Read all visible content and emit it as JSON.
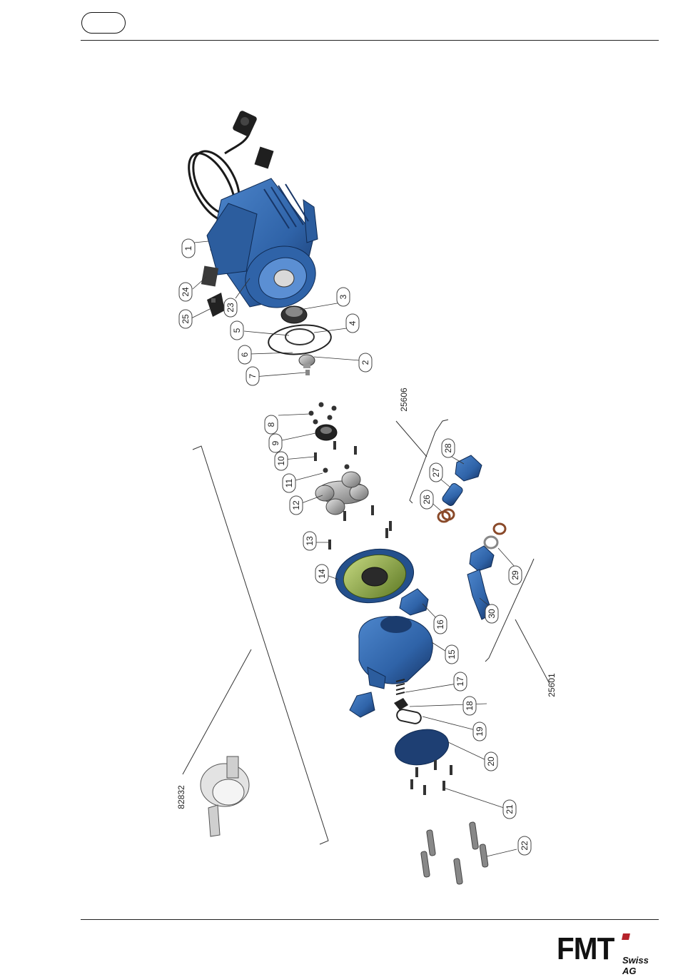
{
  "logo": {
    "brand": "FMT",
    "suffix": "Swiss AG",
    "accent_color": "#b5222a"
  },
  "colors": {
    "part_blue": "#2f63a8",
    "part_dark": "#1b3c6e",
    "green_plate": "#8fb04a",
    "line": "#333333"
  },
  "callouts": [
    "1",
    "24",
    "25",
    "23",
    "3",
    "5",
    "4",
    "6",
    "2",
    "7",
    "8",
    "9",
    "10",
    "11",
    "12",
    "13",
    "14",
    "16",
    "15",
    "17",
    "18",
    "19",
    "20",
    "21",
    "22",
    "26",
    "27",
    "28",
    "29",
    "30"
  ],
  "assembly_labels": {
    "nozzle_kit_a": "25606",
    "nozzle_kit_b": "25601",
    "pump_head": "82832"
  }
}
